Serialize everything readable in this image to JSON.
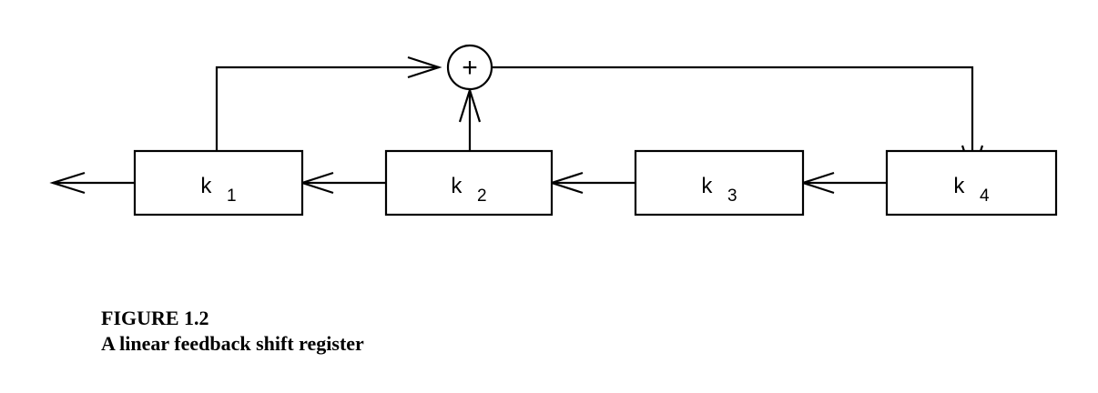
{
  "diagram": {
    "registers": [
      {
        "name": "k",
        "index": "1"
      },
      {
        "name": "k",
        "index": "2"
      },
      {
        "name": "k",
        "index": "3"
      },
      {
        "name": "k",
        "index": "4"
      }
    ],
    "xor_symbol": "+"
  },
  "caption": {
    "label": "FIGURE 1.2",
    "title": "A linear feedback shift register"
  }
}
